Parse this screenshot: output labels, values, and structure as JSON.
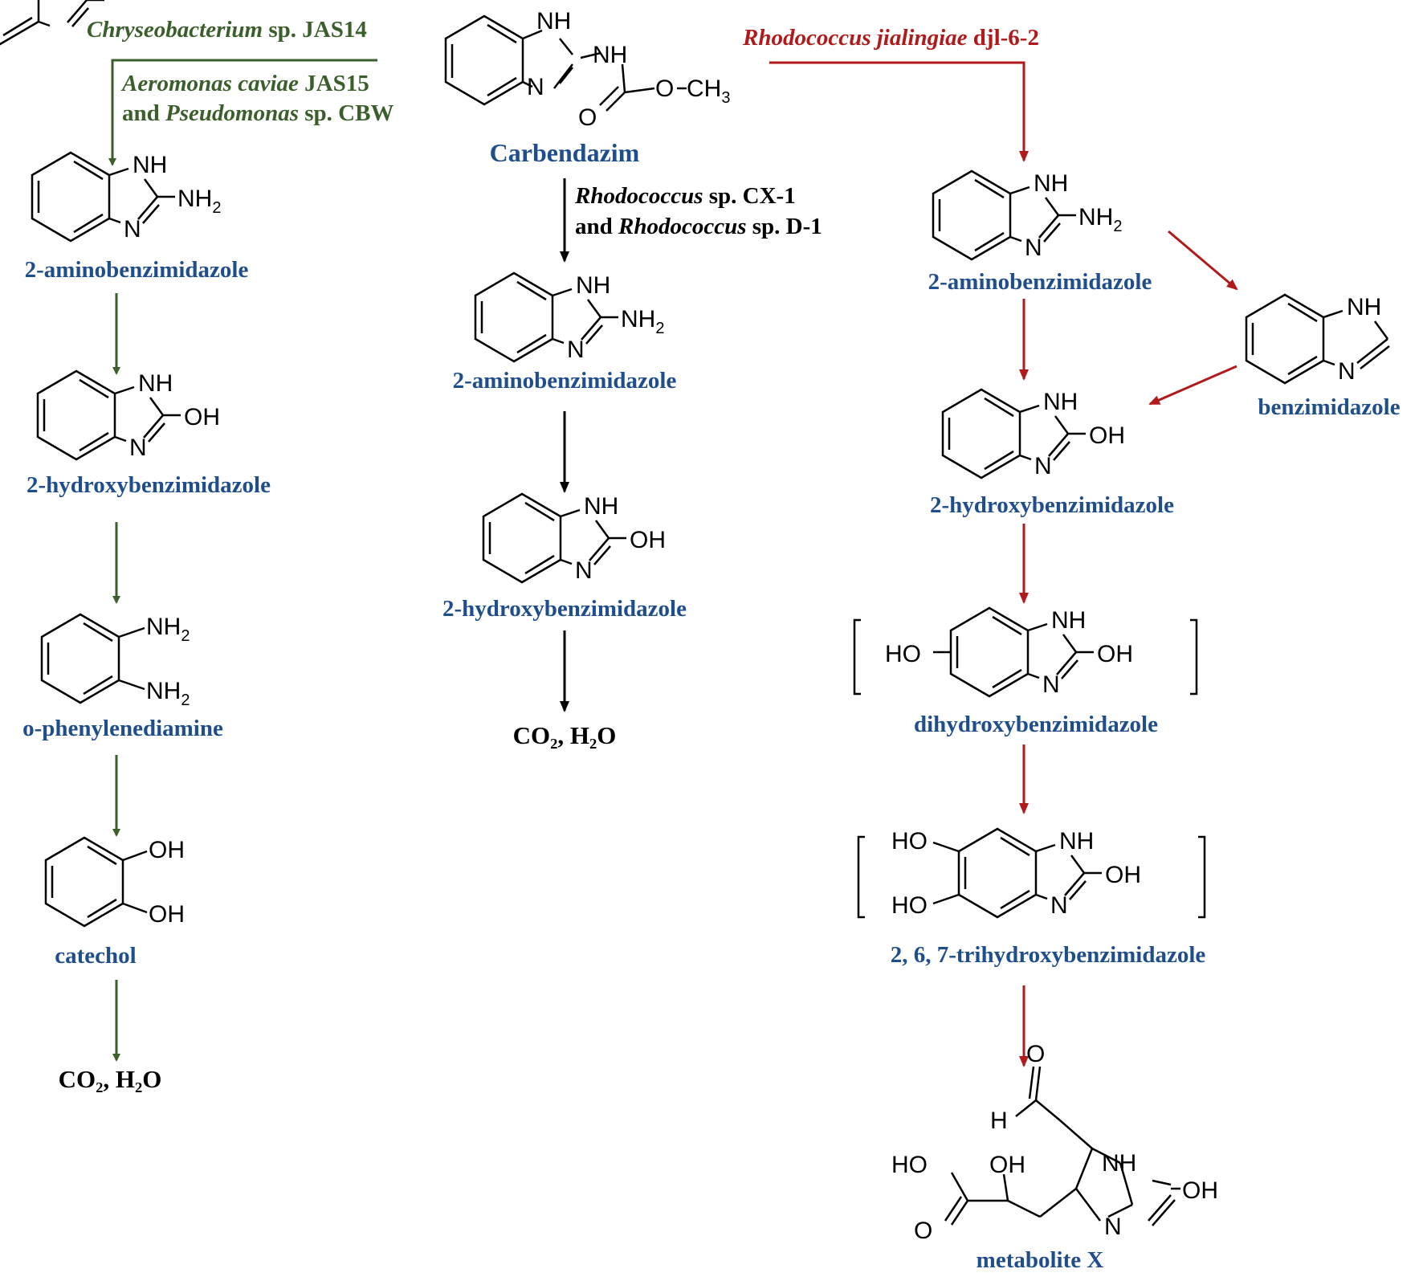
{
  "center": {
    "title": "Carbendazim",
    "org_line1_it": "Rhodococcus",
    "org_line1_rest": " sp. CX-1",
    "org_line2_pre": "and ",
    "org_line2_it": "Rhodococcus",
    "org_line2_rest": " sp. D-1",
    "step1": "2-aminobenzimidazole",
    "step2": "2-hydroxybenzimidazole",
    "final": "CO₂, H₂O"
  },
  "left": {
    "org1_it": "Chryseobacterium",
    "org1_rest": " sp. JAS14",
    "org2_it": "Aeromonas caviae",
    "org2_rest": " JAS15",
    "org3_pre": "and ",
    "org3_it": "Pseudomonas",
    "org3_rest": " sp. CBW",
    "step1": "2-aminobenzimidazole",
    "step2": "2-hydroxybenzimidazole",
    "step3": "o-phenylenediamine",
    "step4": "catechol",
    "final": "CO₂, H₂O"
  },
  "right": {
    "org_it": "Rhodococcus jialingiae",
    "org_rest": " djl-6-2",
    "step1": "2-aminobenzimidazole",
    "side": "benzimidazole",
    "step2": "2-hydroxybenzimidazole",
    "step3": "dihydroxybenzimidazole",
    "step4": "2, 6, 7-trihydroxybenzimidazole",
    "final": "metabolite X"
  },
  "atoms": {
    "nh": "NH",
    "n": "N",
    "nh2": "NH",
    "nh2_sub": "2",
    "oh": "OH",
    "ho": "HO",
    "o": "O",
    "h": "H",
    "och3": "O",
    "ch3": "CH",
    "ch3_sub": "3"
  },
  "colors": {
    "label_blue": "#1f4e8c",
    "left_arrow": "#3a5f2b",
    "right_arrow": "#b11a1a",
    "center_arrow": "#000000"
  }
}
